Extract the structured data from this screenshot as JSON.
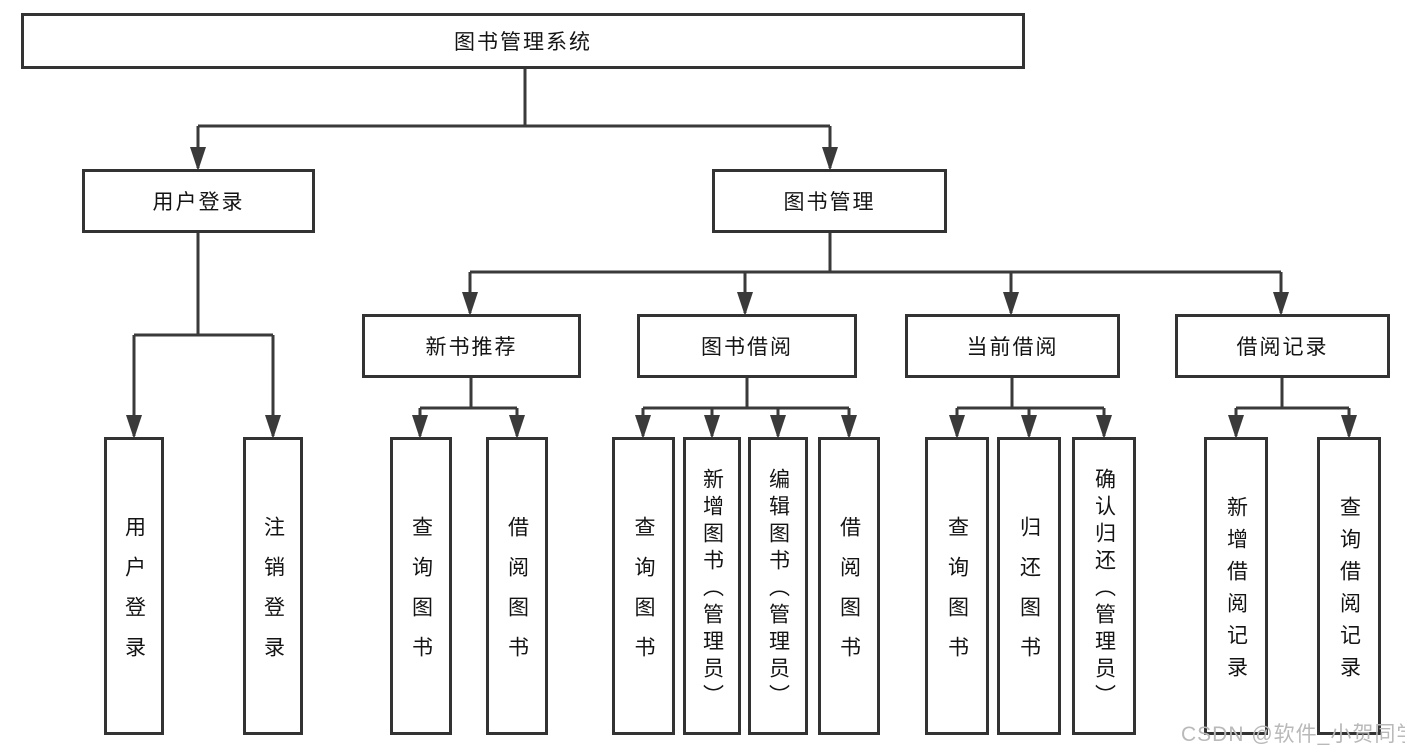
{
  "diagram": {
    "title_node": {
      "label": "图书管理系统"
    },
    "level2": [
      {
        "id": "user-login",
        "label": "用户登录"
      },
      {
        "id": "book-management",
        "label": "图书管理"
      }
    ],
    "level3": [
      {
        "id": "new-book-recommend",
        "label": "新书推荐",
        "parent": "图书管理"
      },
      {
        "id": "book-borrowing",
        "label": "图书借阅",
        "parent": "图书管理"
      },
      {
        "id": "current-borrowing",
        "label": "当前借阅",
        "parent": "图书管理"
      },
      {
        "id": "borrowing-records",
        "label": "借阅记录",
        "parent": "图书管理"
      }
    ],
    "leaves": [
      {
        "id": "leaf-user-login",
        "label": "用户登录",
        "parent": "用户登录"
      },
      {
        "id": "leaf-logout",
        "label": "注销登录",
        "parent": "用户登录"
      },
      {
        "id": "leaf-query-books-recommend",
        "label": "查询图书",
        "parent": "新书推荐"
      },
      {
        "id": "leaf-borrow-books-recommend",
        "label": "借阅图书",
        "parent": "新书推荐"
      },
      {
        "id": "leaf-query-books-borrowing",
        "label": "查询图书",
        "parent": "图书借阅"
      },
      {
        "id": "leaf-add-book-admin",
        "label": "新增图书（管理员）",
        "parent": "图书借阅"
      },
      {
        "id": "leaf-edit-book-admin",
        "label": "编辑图书（管理员）",
        "parent": "图书借阅"
      },
      {
        "id": "leaf-borrow-books-borrowing",
        "label": "借阅图书",
        "parent": "图书借阅"
      },
      {
        "id": "leaf-query-books-current",
        "label": "查询图书",
        "parent": "当前借阅"
      },
      {
        "id": "leaf-return-books",
        "label": "归还图书",
        "parent": "当前借阅"
      },
      {
        "id": "leaf-confirm-return-admin",
        "label": "确认归还（管理员）",
        "parent": "当前借阅"
      },
      {
        "id": "leaf-add-borrow-record",
        "label": "新增借阅记录",
        "parent": "借阅记录"
      },
      {
        "id": "leaf-query-borrow-record",
        "label": "查询借阅记录",
        "parent": "借阅记录"
      }
    ],
    "colors": {
      "line": "#3a3a3a",
      "box_border": "#333333",
      "box_fill": "#ffffff",
      "text": "#141414",
      "watermark": "#b9b9b9"
    }
  },
  "watermark": {
    "text": "CSDN @软件_小贺同学"
  }
}
